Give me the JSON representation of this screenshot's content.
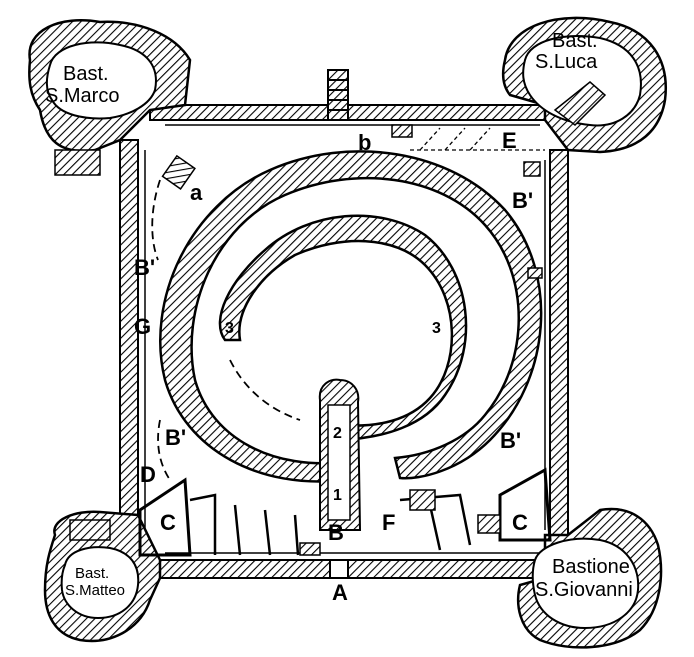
{
  "bastions": {
    "top_left": [
      "Bast.",
      "S.Marco"
    ],
    "top_right": [
      "Bast.",
      "S.Luca"
    ],
    "bottom_left": [
      "Bast.",
      "S.Matteo"
    ],
    "bottom_right": [
      "Bastione",
      "S.Giovanni"
    ]
  },
  "labels": {
    "A": "A",
    "B": "B",
    "B_prime": "B'",
    "C": "C",
    "D": "D",
    "E": "E",
    "F": "F",
    "G": "G",
    "a": "a",
    "b": "b",
    "n1": "1",
    "n2": "2",
    "n3": "3"
  }
}
